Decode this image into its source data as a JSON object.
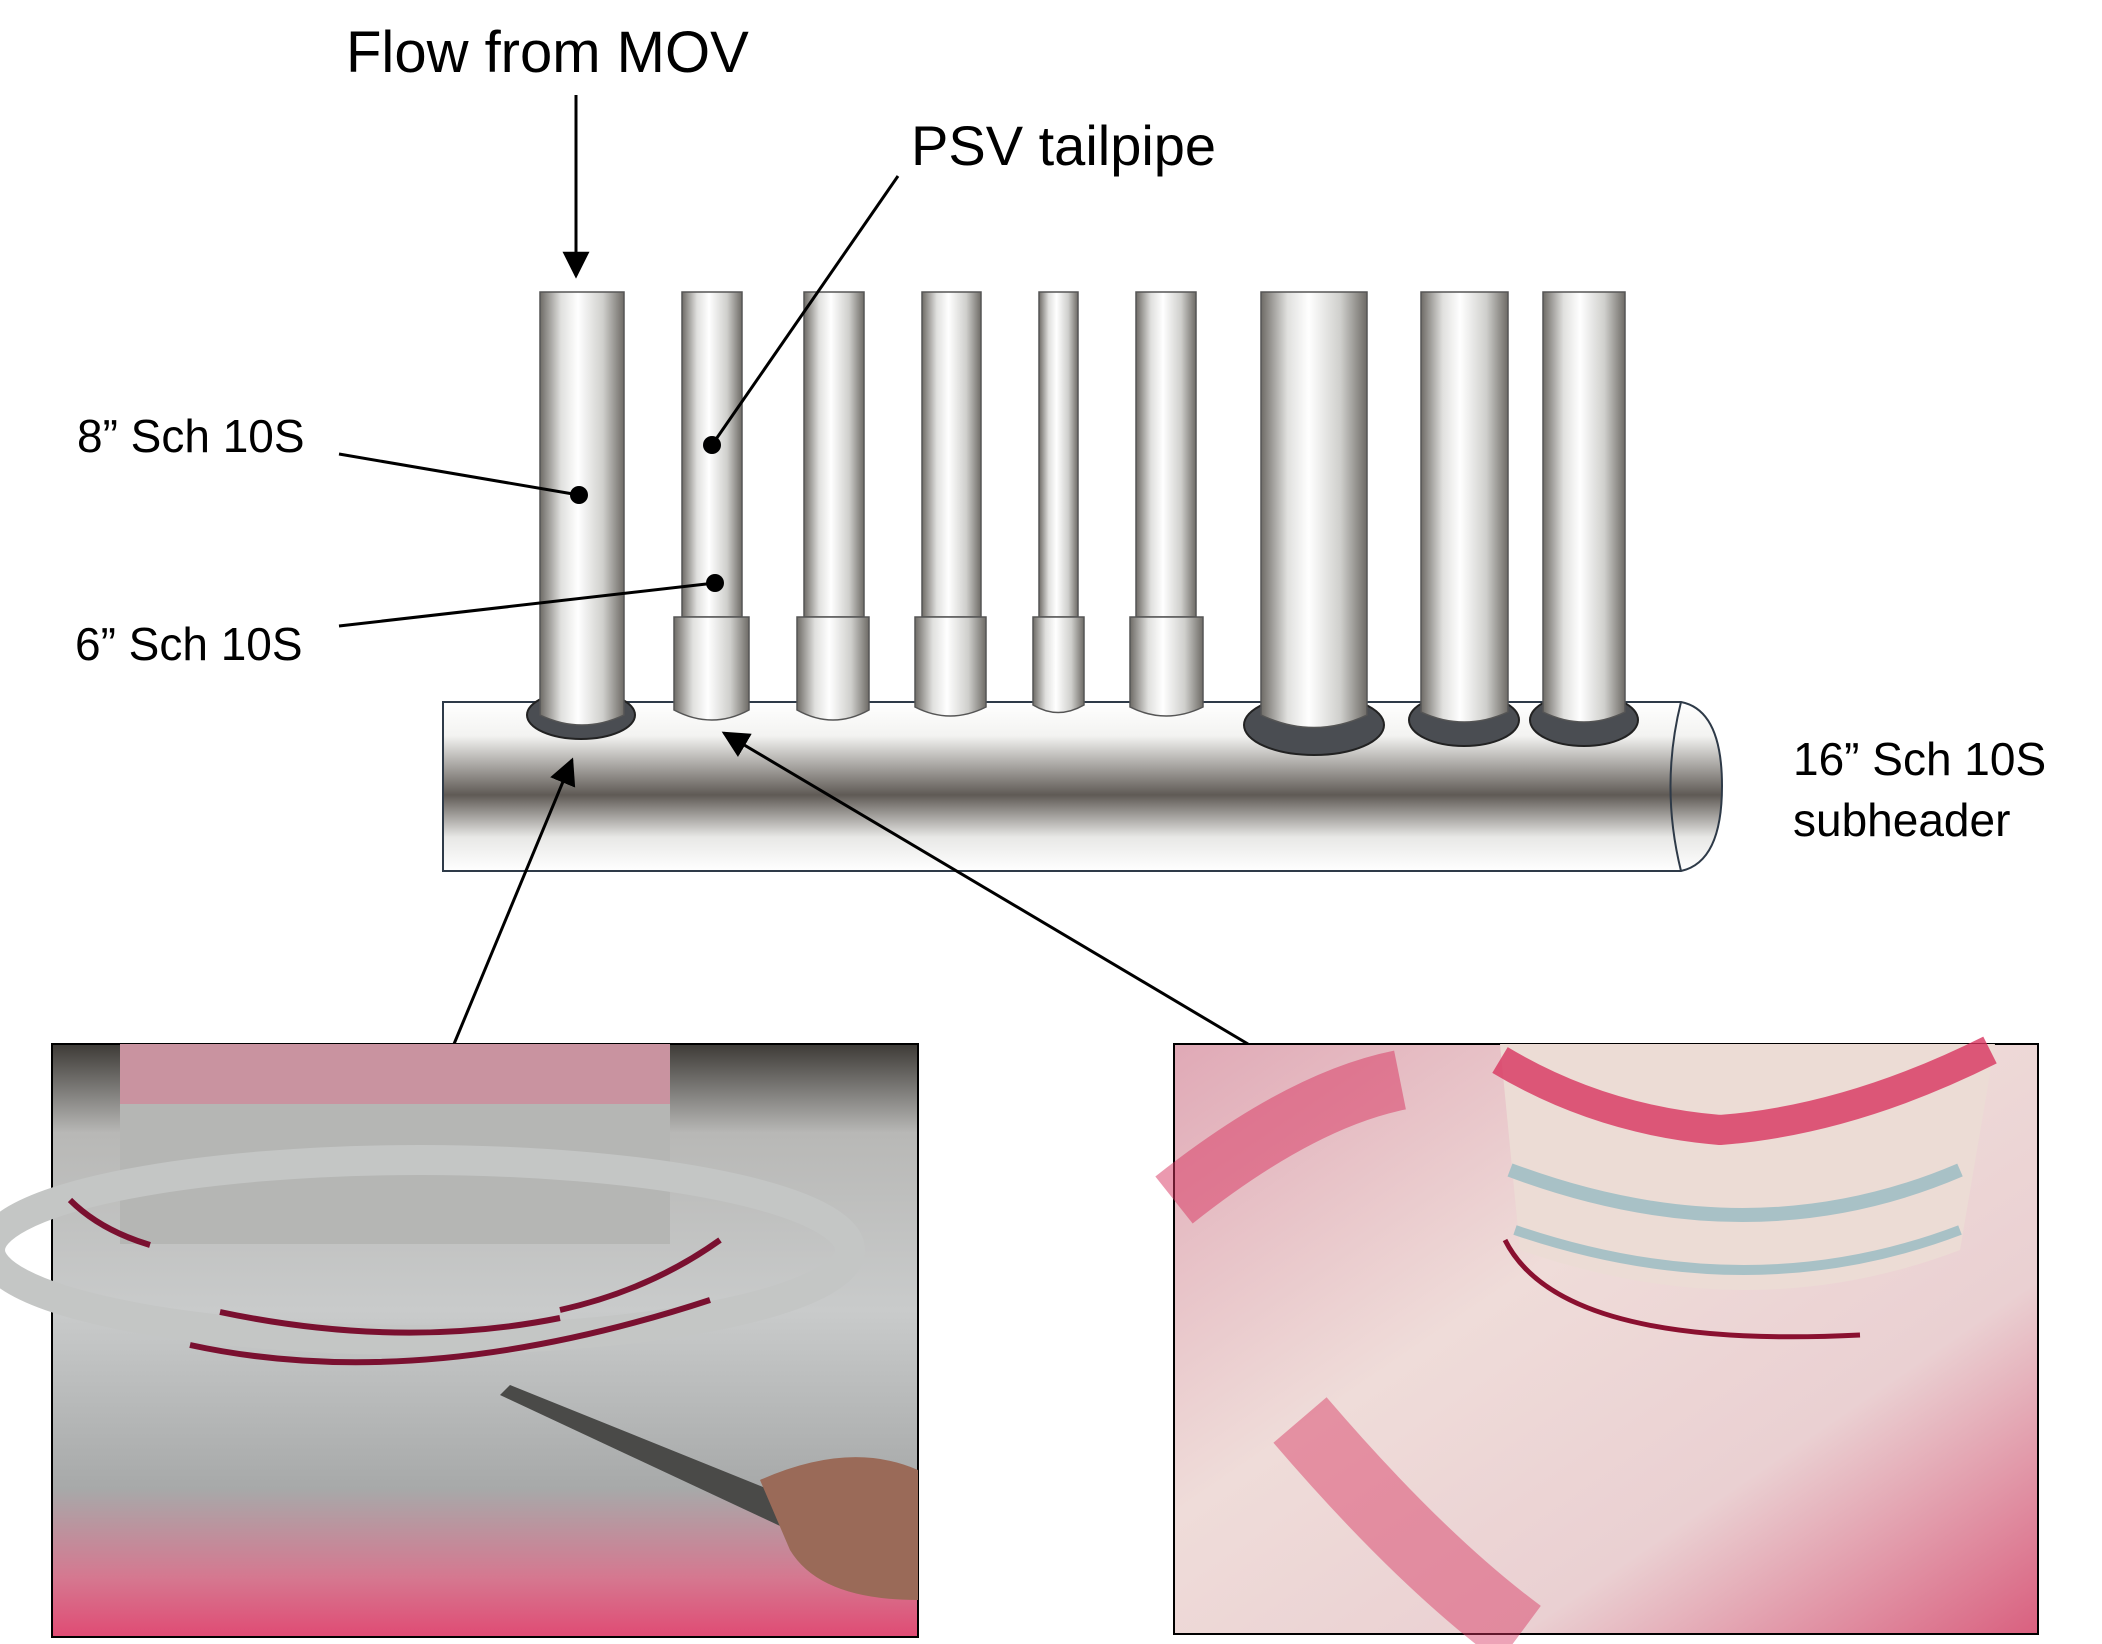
{
  "labels": {
    "flow": "Flow from MOV",
    "psv": "PSV tailpipe",
    "pipe8": "8” Sch 10S",
    "pipe6": "6” Sch 10S",
    "subheader_line1": "16” Sch 10S",
    "subheader_line2": "subheader"
  },
  "colors": {
    "pipe_dark": "#6e6b66",
    "pipe_light": "#ffffff",
    "weld": "#4a4d52",
    "dye_red": "#d8345f",
    "photo_pink": "#e7a0b4"
  }
}
